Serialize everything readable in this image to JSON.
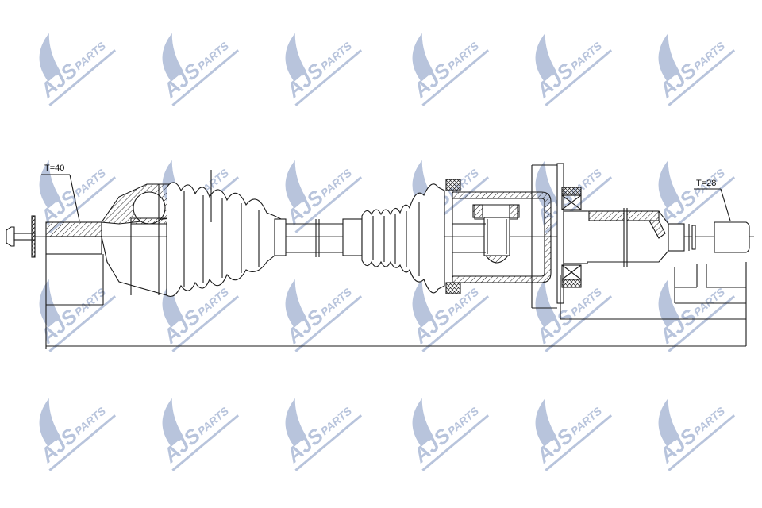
{
  "drawing": {
    "subject": "drive shaft",
    "labels": {
      "outer_thread": "T=40",
      "inner_thread": "T=28"
    }
  },
  "watermark": {
    "brand": "AJS",
    "suffix": "PARTS",
    "color": "#b8c4dc",
    "rows_y": [
      85,
      245,
      395,
      545
    ],
    "cols_x": [
      85,
      240,
      395,
      555,
      710,
      865
    ]
  },
  "colors": {
    "line": "#1a1a1a",
    "background": "#ffffff"
  }
}
